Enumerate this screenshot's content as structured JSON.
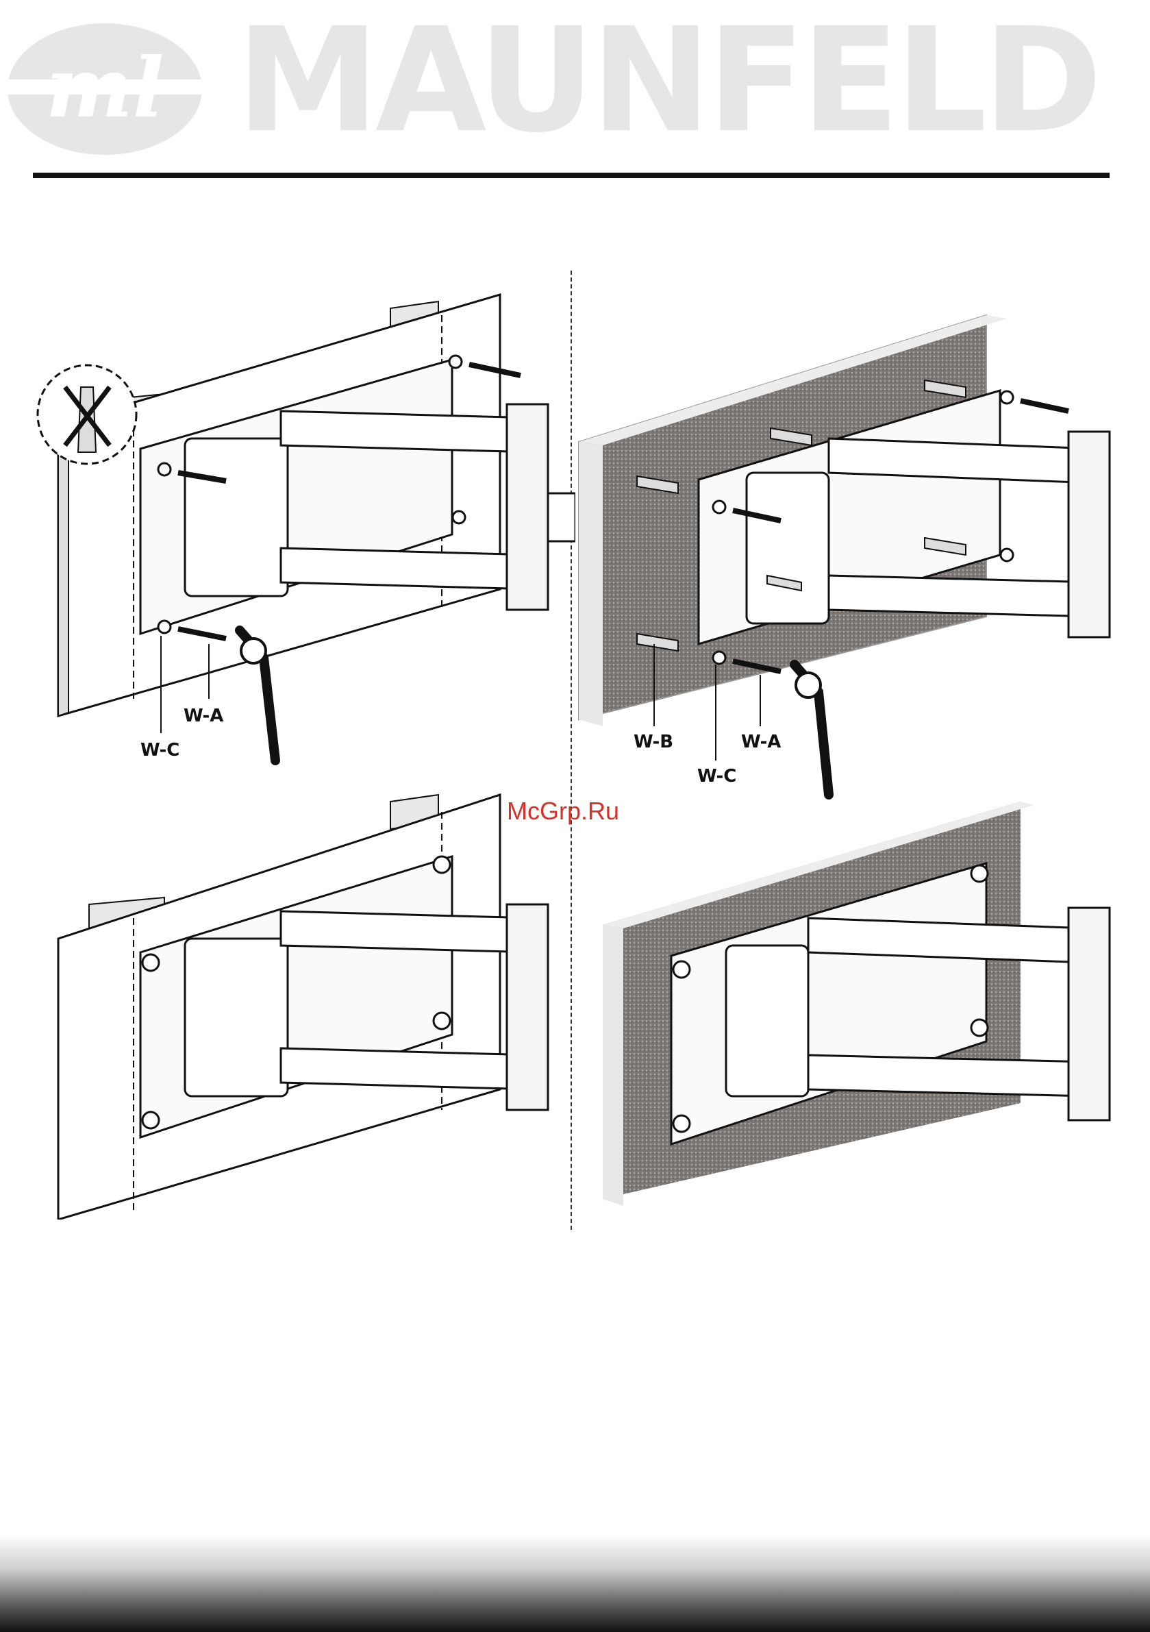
{
  "header": {
    "brand": "MAUNFELD",
    "logo_icon": "maunfeld-m-logo",
    "brand_color": "#e6e6e6"
  },
  "figures": {
    "top_left": {
      "wall_type": "wood-stud",
      "no_anchor_icon": "no-anchor-crossed-icon",
      "callouts": {
        "screw": "W-A",
        "washer": "W-C"
      }
    },
    "top_right": {
      "wall_type": "concrete",
      "callouts": {
        "anchor": "W-B",
        "screw": "W-A",
        "washer": "W-C"
      }
    },
    "bottom_left": {
      "wall_type": "wood-stud"
    },
    "bottom_right": {
      "wall_type": "concrete"
    }
  },
  "watermark": {
    "text": "McGrp.Ru",
    "color": "#d9302a"
  }
}
